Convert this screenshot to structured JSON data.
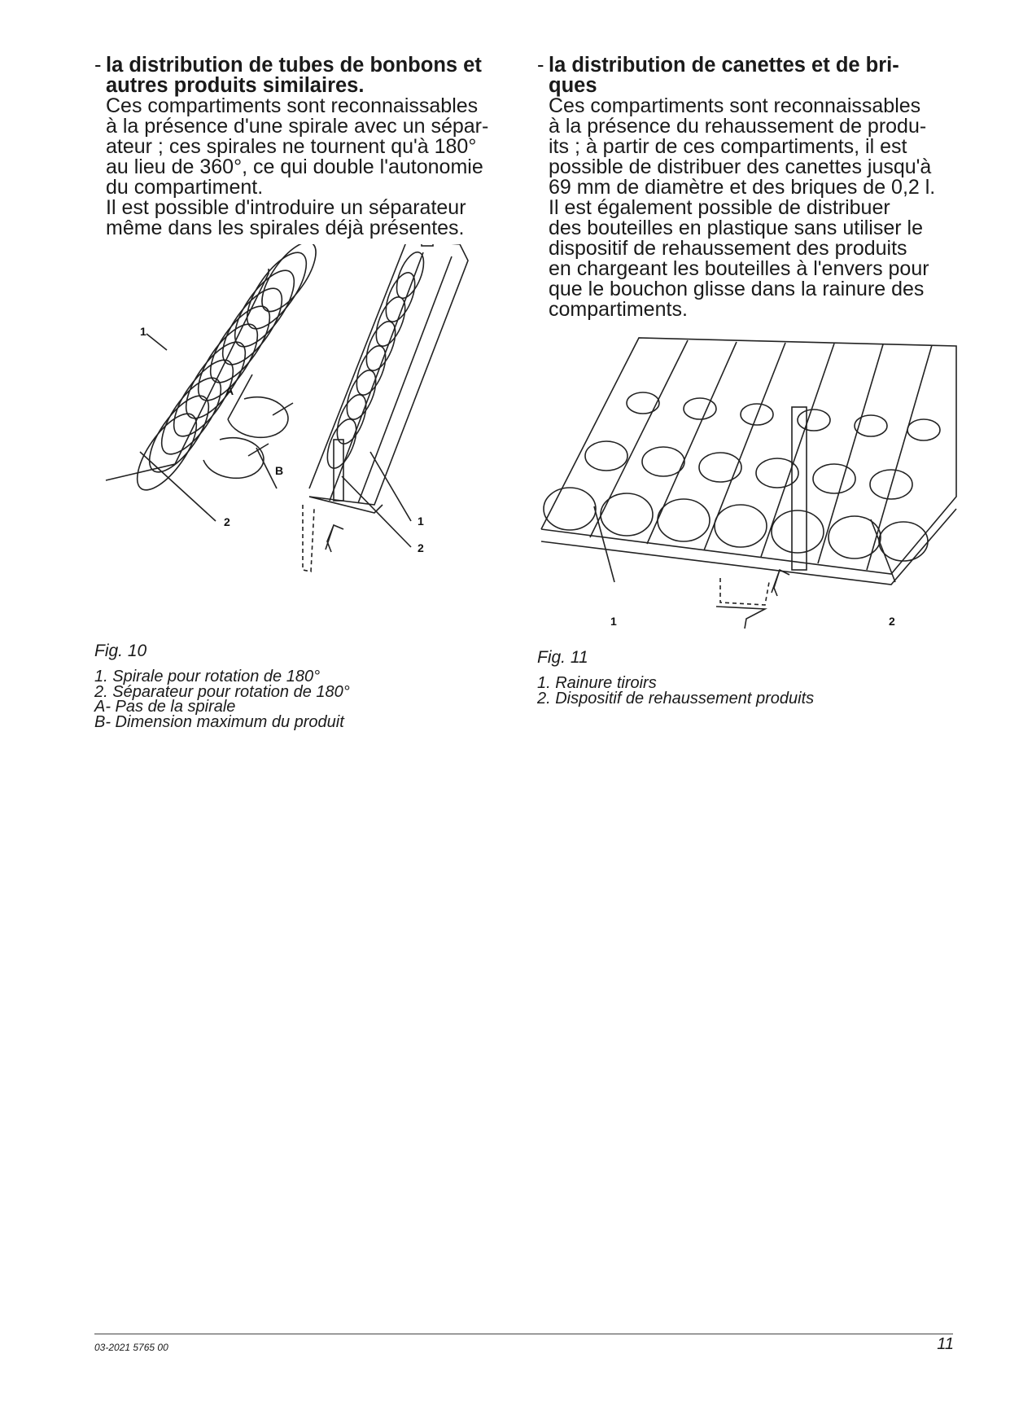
{
  "left": {
    "heading_lines": [
      "la distribution de tubes de bonbons et",
      "autres produits similaires."
    ],
    "paragraph1": [
      "Ces compartiments sont reconnaissables",
      "à la présence d'une spirale avec un sépar-",
      "ateur ; ces spirales ne tournent qu'à 180°",
      "au lieu de 360°, ce qui double l'autonomie",
      "du compartiment."
    ],
    "paragraph2": [
      "Il est possible d'introduire un séparateur",
      "même dans les spirales déjà présentes."
    ]
  },
  "right": {
    "heading_lines": [
      "la distribution de canettes et de bri-",
      "ques"
    ],
    "paragraph": [
      "Ces compartiments sont reconnaissables",
      "à la présence du rehaussement de produ-",
      "its ; à partir de ces compartiments, il est",
      "possible de distribuer des canettes jusqu'à",
      "69 mm de diamètre et des briques de 0,2 l.",
      "Il est également possible de distribuer",
      "des bouteilles en plastique sans utiliser le",
      "dispositif de rehaussement des produits",
      "en chargeant les bouteilles à l'envers pour",
      "que le bouchon glisse dans la rainure des",
      "compartiments."
    ]
  },
  "fig10": {
    "label": "Fig. 10",
    "callouts": {
      "one_left": "1",
      "two_left": "2",
      "a": "A",
      "b": "B",
      "one_right": "1",
      "two_right": "2"
    },
    "legend": [
      "1.  Spirale pour rotation de 180°",
      "2.  Séparateur pour rotation de 180°",
      "A- Pas de la spirale",
      "B- Dimension maximum du produit"
    ]
  },
  "fig11": {
    "label": "Fig. 11",
    "callouts": {
      "one": "1",
      "two": "2"
    },
    "legend": [
      "1.  Rainure tiroirs",
      "2.  Dispositif de rehaussement produits"
    ]
  },
  "footer": {
    "code": "03-2021 5765 00",
    "page": "11"
  }
}
